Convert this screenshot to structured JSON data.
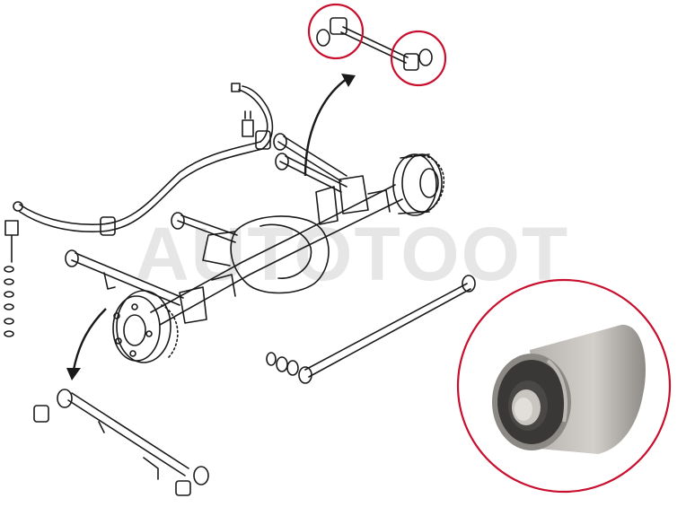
{
  "watermark": {
    "text": "AUTOTOOT",
    "color": "#e6e6e6"
  },
  "colors": {
    "line_art": "#1a1a1a",
    "highlight_circle": "#c8102e",
    "bushing_outer": "#a9a6a2",
    "bushing_rubber": "#3a3837",
    "bushing_inner": "#c9c6c1"
  },
  "callouts": [
    {
      "name": "upper-control-arm-bushing-left"
    },
    {
      "name": "upper-control-arm-bushing-right"
    },
    {
      "name": "bushing-photo-closeup"
    }
  ]
}
